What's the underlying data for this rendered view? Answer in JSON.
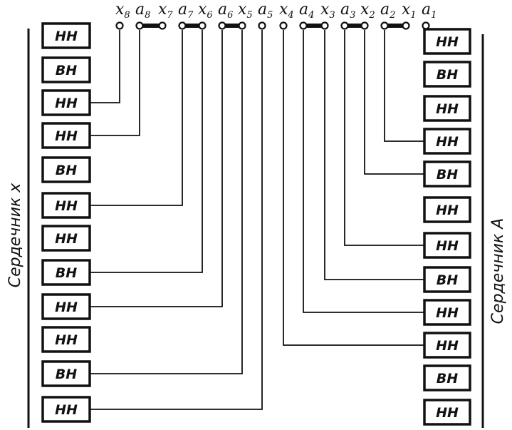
{
  "terminals": [
    {
      "letter": "x",
      "sub": "8"
    },
    {
      "letter": "a",
      "sub": "8"
    },
    {
      "letter": "x",
      "sub": "7"
    },
    {
      "letter": "a",
      "sub": "7"
    },
    {
      "letter": "x",
      "sub": "6"
    },
    {
      "letter": "a",
      "sub": "6"
    },
    {
      "letter": "x",
      "sub": "5"
    },
    {
      "letter": "a",
      "sub": "5"
    },
    {
      "letter": "x",
      "sub": "4"
    },
    {
      "letter": "a",
      "sub": "4"
    },
    {
      "letter": "x",
      "sub": "3"
    },
    {
      "letter": "a",
      "sub": "3"
    },
    {
      "letter": "x",
      "sub": "2"
    },
    {
      "letter": "a",
      "sub": "2"
    },
    {
      "letter": "x",
      "sub": "1"
    },
    {
      "letter": "a",
      "sub": "1"
    }
  ],
  "left_core": {
    "label": "Сердечник х",
    "coils": [
      "НН",
      "ВН",
      "НН",
      "НН",
      "ВН",
      "НН",
      "НН",
      "ВН",
      "НН",
      "НН",
      "ВН",
      "НН"
    ]
  },
  "right_core": {
    "label": "Сердечник А",
    "coils": [
      "НН",
      "ВН",
      "НН",
      "НН",
      "ВН",
      "НН",
      "НН",
      "ВН",
      "НН",
      "НН",
      "ВН",
      "НН"
    ]
  }
}
